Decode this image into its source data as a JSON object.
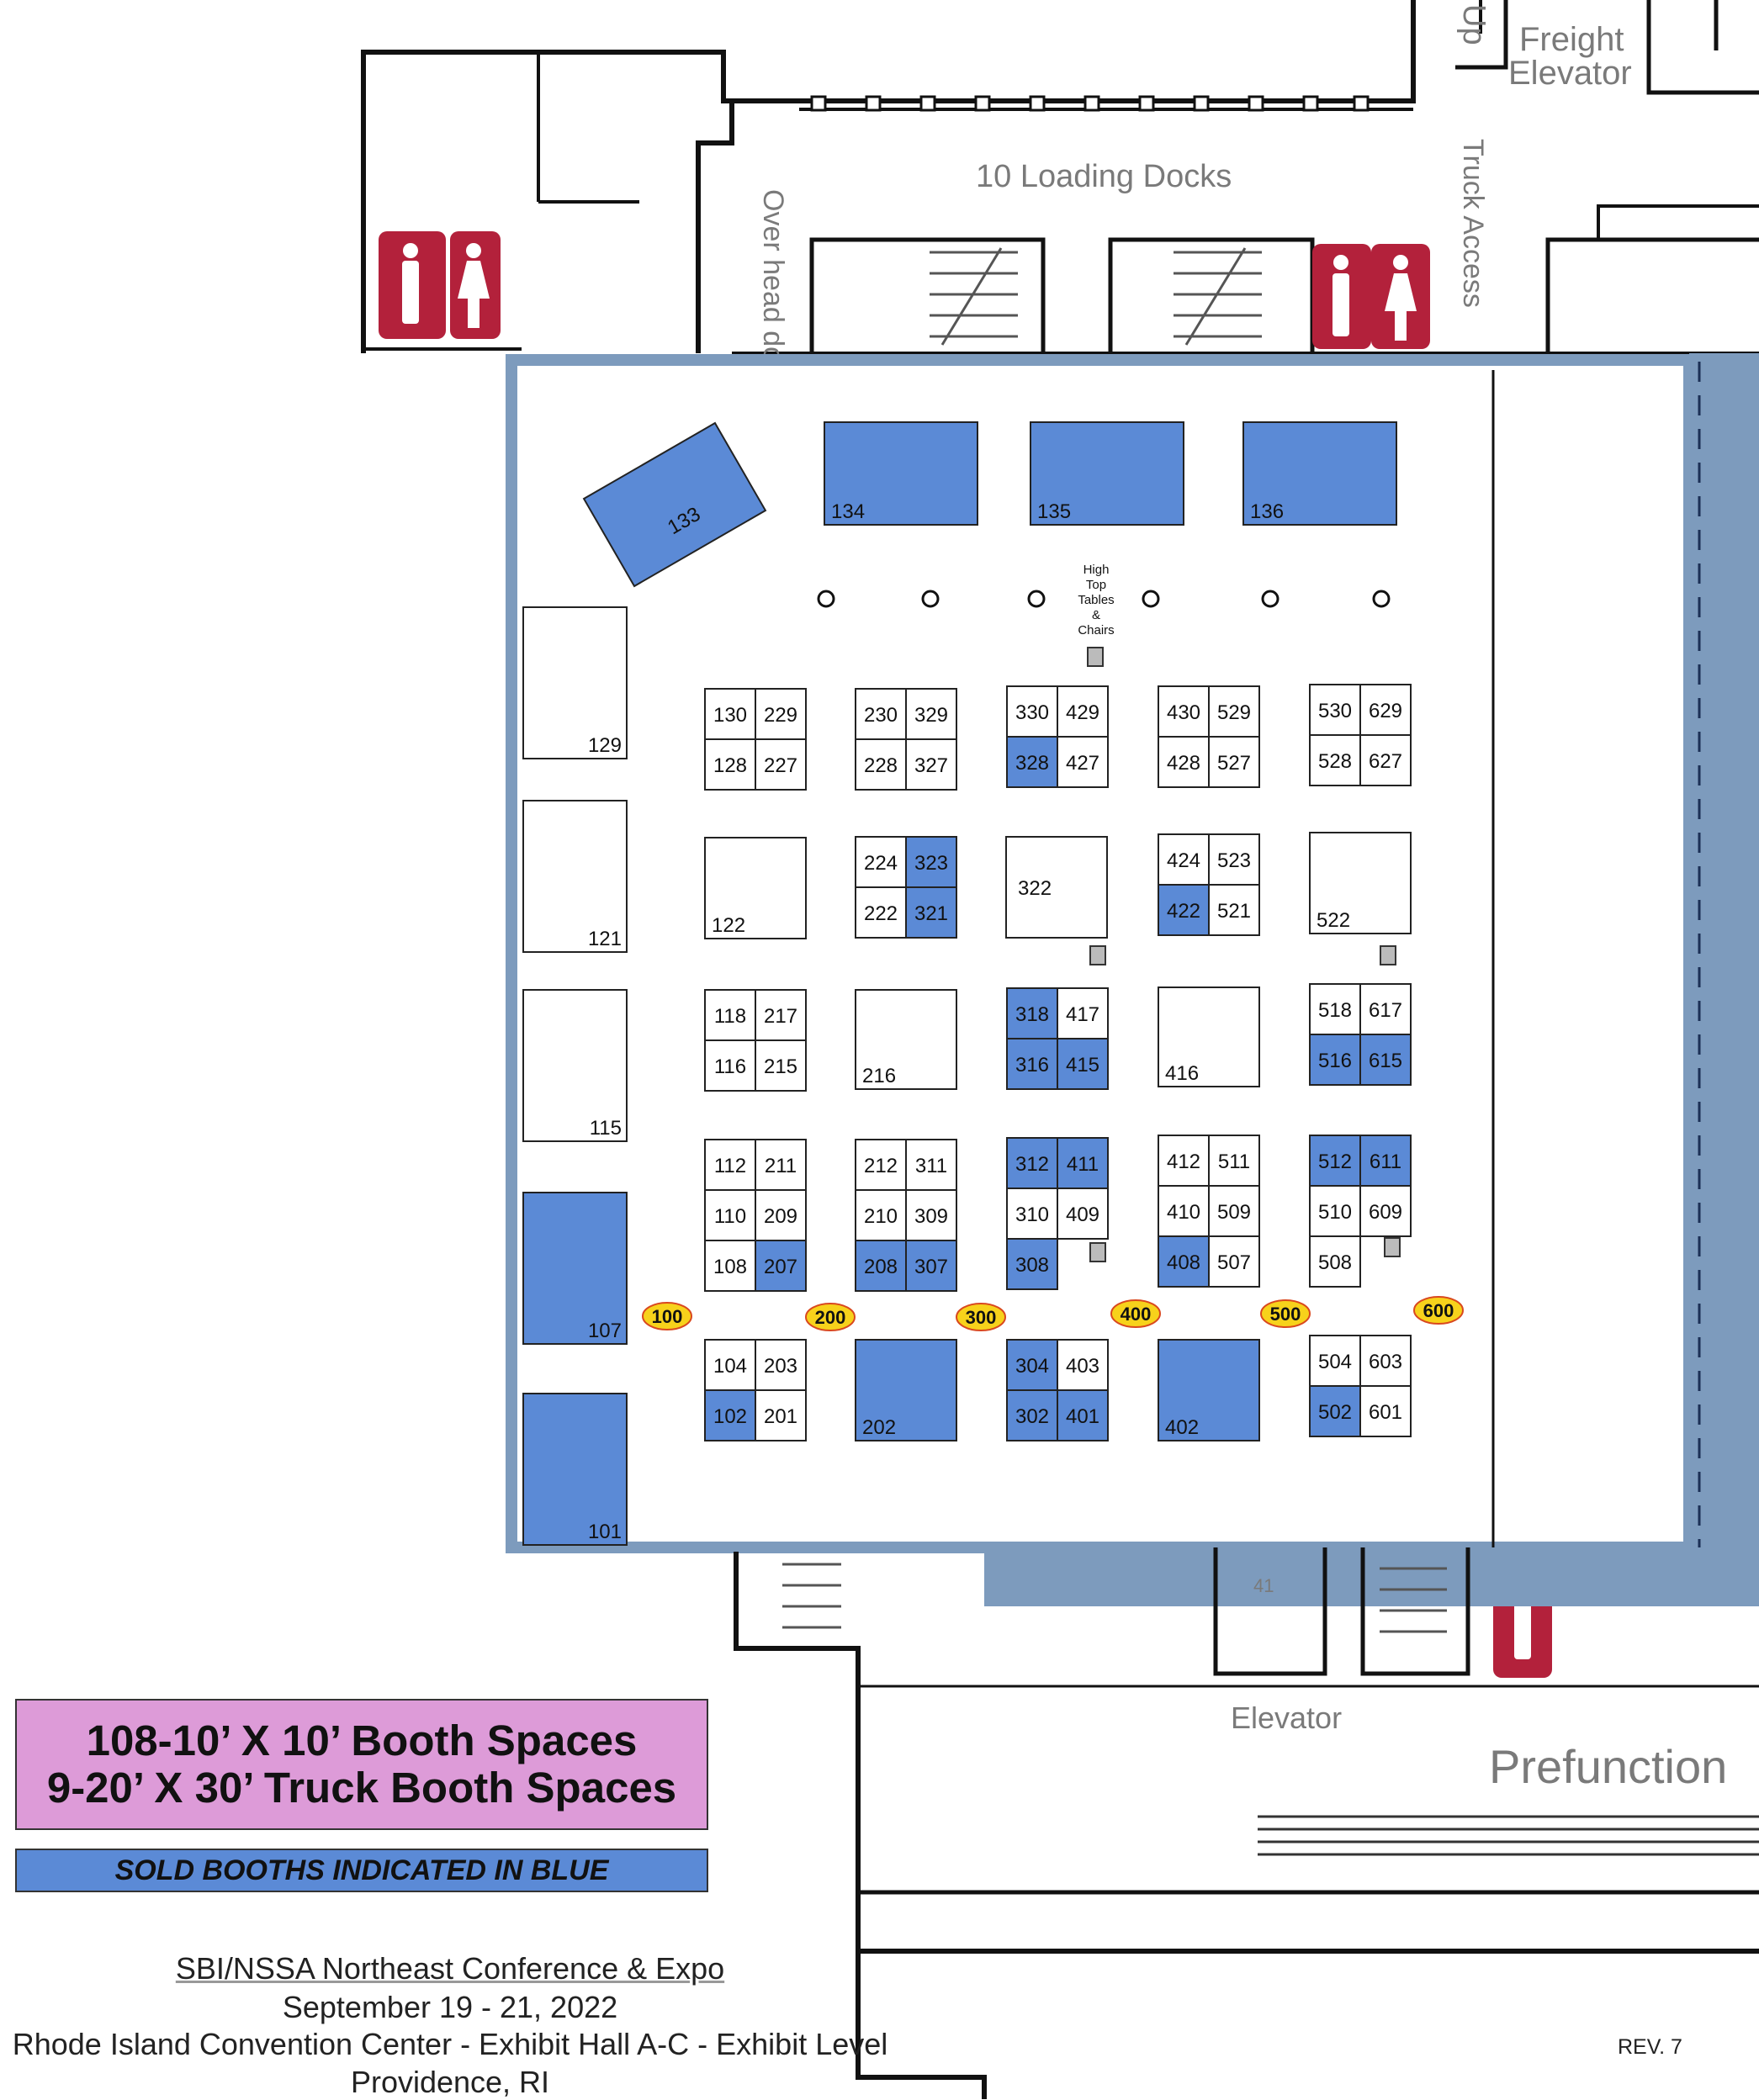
{
  "plan_labels": {
    "loading_docks": "10 Loading Docks",
    "overhead_door": "Over head door",
    "truck_access": "Truck Access",
    "freight_elevator_1": "Freight",
    "freight_elevator_2": "Elevator",
    "up": "Up",
    "elevator": "Elevator",
    "prefunction": "Prefunction",
    "high_top": [
      "High",
      "Top",
      "Tables",
      "&",
      "Chairs"
    ],
    "hall_mark": "41"
  },
  "booths": [
    {
      "id": "133",
      "sold": true
    },
    {
      "id": "134",
      "sold": true
    },
    {
      "id": "135",
      "sold": true
    },
    {
      "id": "136",
      "sold": true
    },
    {
      "id": "129",
      "sold": false
    },
    {
      "id": "121",
      "sold": false
    },
    {
      "id": "115",
      "sold": false
    },
    {
      "id": "107",
      "sold": true
    },
    {
      "id": "101",
      "sold": true
    },
    {
      "id": "130",
      "sold": false
    },
    {
      "id": "229",
      "sold": false
    },
    {
      "id": "128",
      "sold": false
    },
    {
      "id": "227",
      "sold": false
    },
    {
      "id": "230",
      "sold": false
    },
    {
      "id": "329",
      "sold": false
    },
    {
      "id": "228",
      "sold": false
    },
    {
      "id": "327",
      "sold": false
    },
    {
      "id": "330",
      "sold": false
    },
    {
      "id": "429",
      "sold": false
    },
    {
      "id": "328",
      "sold": true
    },
    {
      "id": "427",
      "sold": false
    },
    {
      "id": "430",
      "sold": false
    },
    {
      "id": "529",
      "sold": false
    },
    {
      "id": "428",
      "sold": false
    },
    {
      "id": "527",
      "sold": false
    },
    {
      "id": "530",
      "sold": false
    },
    {
      "id": "629",
      "sold": false
    },
    {
      "id": "528",
      "sold": false
    },
    {
      "id": "627",
      "sold": false
    },
    {
      "id": "122",
      "sold": false
    },
    {
      "id": "224",
      "sold": false
    },
    {
      "id": "323",
      "sold": true
    },
    {
      "id": "222",
      "sold": false
    },
    {
      "id": "321",
      "sold": true
    },
    {
      "id": "322",
      "sold": false
    },
    {
      "id": "424",
      "sold": false
    },
    {
      "id": "523",
      "sold": false
    },
    {
      "id": "422",
      "sold": true
    },
    {
      "id": "521",
      "sold": false
    },
    {
      "id": "522",
      "sold": false
    },
    {
      "id": "118",
      "sold": false
    },
    {
      "id": "217",
      "sold": false
    },
    {
      "id": "116",
      "sold": false
    },
    {
      "id": "215",
      "sold": false
    },
    {
      "id": "216",
      "sold": false
    },
    {
      "id": "318",
      "sold": true
    },
    {
      "id": "417",
      "sold": false
    },
    {
      "id": "316",
      "sold": true
    },
    {
      "id": "415",
      "sold": true
    },
    {
      "id": "416",
      "sold": false
    },
    {
      "id": "518",
      "sold": false
    },
    {
      "id": "617",
      "sold": false
    },
    {
      "id": "516",
      "sold": true
    },
    {
      "id": "615",
      "sold": true
    },
    {
      "id": "112",
      "sold": false
    },
    {
      "id": "211",
      "sold": false
    },
    {
      "id": "110",
      "sold": false
    },
    {
      "id": "209",
      "sold": false
    },
    {
      "id": "108",
      "sold": false
    },
    {
      "id": "207",
      "sold": true
    },
    {
      "id": "212",
      "sold": false
    },
    {
      "id": "311",
      "sold": false
    },
    {
      "id": "210",
      "sold": false
    },
    {
      "id": "309",
      "sold": false
    },
    {
      "id": "208",
      "sold": true
    },
    {
      "id": "307",
      "sold": true
    },
    {
      "id": "312",
      "sold": true
    },
    {
      "id": "411",
      "sold": true
    },
    {
      "id": "310",
      "sold": false
    },
    {
      "id": "409",
      "sold": false
    },
    {
      "id": "308",
      "sold": true
    },
    {
      "id": "412",
      "sold": false
    },
    {
      "id": "511",
      "sold": false
    },
    {
      "id": "410",
      "sold": false
    },
    {
      "id": "509",
      "sold": false
    },
    {
      "id": "408",
      "sold": true
    },
    {
      "id": "507",
      "sold": false
    },
    {
      "id": "512",
      "sold": true
    },
    {
      "id": "611",
      "sold": true
    },
    {
      "id": "510",
      "sold": false
    },
    {
      "id": "609",
      "sold": false
    },
    {
      "id": "508",
      "sold": false
    },
    {
      "id": "104",
      "sold": false
    },
    {
      "id": "203",
      "sold": false
    },
    {
      "id": "102",
      "sold": true
    },
    {
      "id": "201",
      "sold": false
    },
    {
      "id": "202",
      "sold": true
    },
    {
      "id": "304",
      "sold": true
    },
    {
      "id": "403",
      "sold": false
    },
    {
      "id": "302",
      "sold": true
    },
    {
      "id": "401",
      "sold": true
    },
    {
      "id": "402",
      "sold": true
    },
    {
      "id": "504",
      "sold": false
    },
    {
      "id": "603",
      "sold": false
    },
    {
      "id": "502",
      "sold": true
    },
    {
      "id": "601",
      "sold": false
    }
  ],
  "aisles": [
    "100",
    "200",
    "300",
    "400",
    "500",
    "600"
  ],
  "legend": {
    "line1": "108-10’ X 10’ Booth Spaces",
    "line2": "9-20’ X 30’ Truck Booth Spaces",
    "sold_note": "SOLD BOOTHS INDICATED IN BLUE"
  },
  "footer": {
    "title": "SBI/NSSA Northeast Conference & Expo",
    "dates": "September 19 - 21, 2022",
    "venue": "Rhode Island Convention Center - Exhibit Hall A-C - Exhibit Level",
    "city": "Providence, RI",
    "revision": "REV. 7"
  },
  "colors": {
    "sold": "#5b8ad6",
    "unsold": "#ffffff",
    "aisle_marker": "#f7d21b",
    "aisle_marker_border": "#d9481e",
    "legend_bg": "#dd9bd8",
    "restroom": "#b3213b",
    "hall_edge": "#7d9bbd"
  }
}
